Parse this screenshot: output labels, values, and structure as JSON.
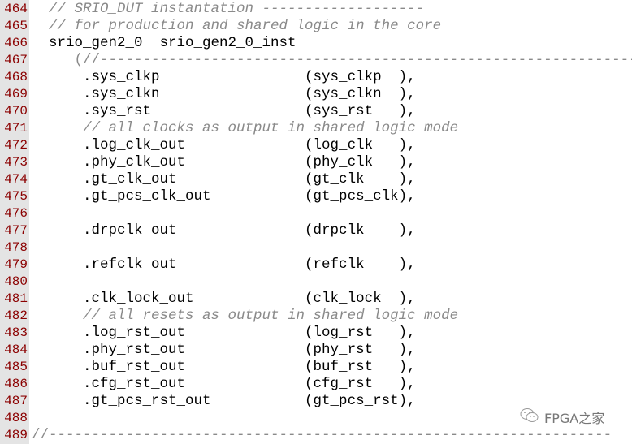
{
  "lines": [
    {
      "number": "464",
      "text": "  // SRIO_DUT instantation -------------------",
      "kind": "comment"
    },
    {
      "number": "465",
      "text": "  // for production and shared logic in the core",
      "kind": "comment"
    },
    {
      "number": "466",
      "text": "  srio_gen2_0  srio_gen2_0_inst",
      "kind": "code"
    },
    {
      "number": "467",
      "text": "     (//------------------------------------------------------------------",
      "kind": "rule"
    },
    {
      "number": "468",
      "text": "      .sys_clkp                 (sys_clkp  ),",
      "kind": "code"
    },
    {
      "number": "469",
      "text": "      .sys_clkn                 (sys_clkn  ),",
      "kind": "code"
    },
    {
      "number": "470",
      "text": "      .sys_rst                  (sys_rst   ),",
      "kind": "code"
    },
    {
      "number": "471",
      "text": "      // all clocks as output in shared logic mode",
      "kind": "comment"
    },
    {
      "number": "472",
      "text": "      .log_clk_out              (log_clk   ),",
      "kind": "code"
    },
    {
      "number": "473",
      "text": "      .phy_clk_out              (phy_clk   ),",
      "kind": "code"
    },
    {
      "number": "474",
      "text": "      .gt_clk_out               (gt_clk    ),",
      "kind": "code"
    },
    {
      "number": "475",
      "text": "      .gt_pcs_clk_out           (gt_pcs_clk),",
      "kind": "code"
    },
    {
      "number": "476",
      "text": "",
      "kind": "code"
    },
    {
      "number": "477",
      "text": "      .drpclk_out               (drpclk    ),",
      "kind": "code"
    },
    {
      "number": "478",
      "text": "",
      "kind": "code"
    },
    {
      "number": "479",
      "text": "      .refclk_out               (refclk    ),",
      "kind": "code"
    },
    {
      "number": "480",
      "text": "",
      "kind": "code"
    },
    {
      "number": "481",
      "text": "      .clk_lock_out             (clk_lock  ),",
      "kind": "code"
    },
    {
      "number": "482",
      "text": "      // all resets as output in shared logic mode",
      "kind": "comment"
    },
    {
      "number": "483",
      "text": "      .log_rst_out              (log_rst   ),",
      "kind": "code"
    },
    {
      "number": "484",
      "text": "      .phy_rst_out              (phy_rst   ),",
      "kind": "code"
    },
    {
      "number": "485",
      "text": "      .buf_rst_out              (buf_rst   ),",
      "kind": "code"
    },
    {
      "number": "486",
      "text": "      .cfg_rst_out              (cfg_rst   ),",
      "kind": "code"
    },
    {
      "number": "487",
      "text": "      .gt_pcs_rst_out           (gt_pcs_rst),",
      "kind": "code"
    },
    {
      "number": "488",
      "text": "",
      "kind": "code"
    },
    {
      "number": "489",
      "text": "//------------------------------------------------------------------",
      "kind": "rule"
    }
  ],
  "watermark": {
    "text": "FPGA之家",
    "icon": "wechat-icon"
  },
  "colors": {
    "line_number": "#8b0000",
    "comment": "#8a8a8a",
    "gutter": "#e4e4e4"
  }
}
